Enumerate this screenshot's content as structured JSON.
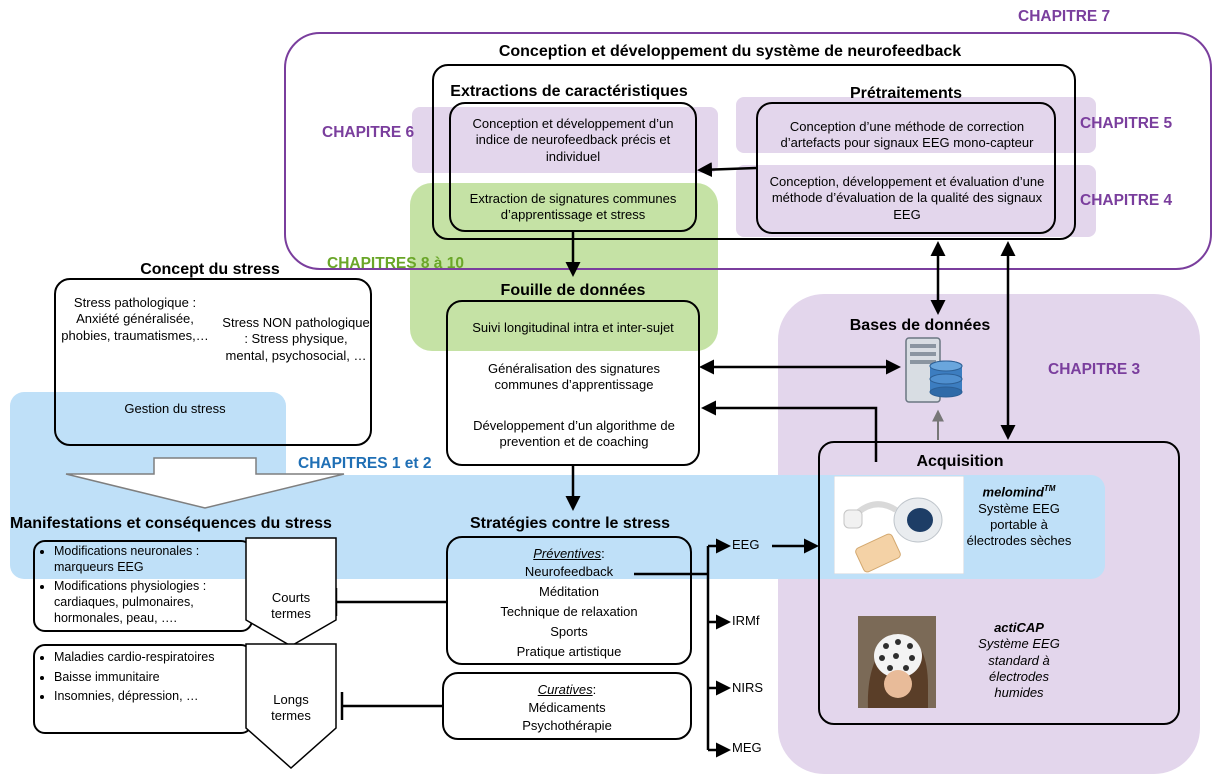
{
  "chapters": {
    "ch7": "CHAPITRE 7",
    "ch6": "CHAPITRE 6",
    "ch5": "CHAPITRE 5",
    "ch4": "CHAPITRE 4",
    "ch3": "CHAPITRE 3",
    "ch8_10": "CHAPITRES 8 à 10",
    "ch1_2": "CHAPITRES 1 et 2"
  },
  "system": {
    "title": "Conception et développement du système de neurofeedback",
    "extraction_title": "Extractions de caractéristiques",
    "extraction_box": "Conception et développement d’un indice de neurofeedback précis et individuel",
    "extraction_common": "Extraction de signatures communes d’apprentissage et stress",
    "pretraitements_title": "Prétraitements",
    "pre_item1": "Conception d’une méthode de correction d’artefacts pour signaux EEG mono-capteur",
    "pre_item2": "Conception, développement et évaluation d’une méthode d’évaluation de la qualité des signaux EEG"
  },
  "fouille": {
    "title": "Fouille de données",
    "item1": "Suivi longitudinal intra et inter-sujet",
    "item2": "Généralisation des signatures communes d’apprentissage",
    "item3": "Développement d’un algorithme de prevention et de coaching"
  },
  "concept": {
    "title": "Concept du stress",
    "patho": "Stress pathologique : Anxiété généralisée, phobies, traumatismes,…",
    "nonpatho": "Stress NON pathologique : Stress physique, mental, psychosocial, …",
    "gestion": "Gestion du stress"
  },
  "manifestations": {
    "title": "Manifestations et conséquences du stress",
    "short": [
      "Modifications neuronales : marqueurs EEG",
      "Modifications physiologies : cardiaques, pulmonaires, hormonales, peau, …."
    ],
    "short_label": "Courts termes",
    "long": [
      "Maladies cardio-respiratoires",
      "Baisse immunitaire",
      "Insomnies, dépression, …"
    ],
    "long_label": "Longs termes"
  },
  "strategies": {
    "title": "Stratégies contre le stress",
    "prev_head": "Préventives",
    "prev_colon": ":",
    "prev_items": [
      "Neurofeedback",
      "Méditation",
      "Technique de relaxation",
      "Sports",
      "Pratique artistique"
    ],
    "cur_head": "Curatives",
    "cur_colon": ":",
    "cur_items": [
      "Médicaments",
      "Psychothérapie"
    ]
  },
  "modalities": [
    "EEG",
    "IRMf",
    "NIRS",
    "MEG"
  ],
  "databases": {
    "title": "Bases de données"
  },
  "acquisition": {
    "title": "Acquisition",
    "melomind_name": "melomind",
    "melomind_tm": "TM",
    "melomind_desc": "Système EEG portable à électrodes sèches",
    "acticap_name": "actiCAP",
    "acticap_desc": "Système EEG standard à électrodes humides"
  },
  "colors": {
    "purple_region": "#e3d6ec",
    "green_region": "#c5e2a5",
    "blue_band": "#bfe0f8",
    "chapter_purple": "#7a3e9d",
    "chapter_green": "#6aa628",
    "chapter_blue": "#1f6fb5"
  }
}
